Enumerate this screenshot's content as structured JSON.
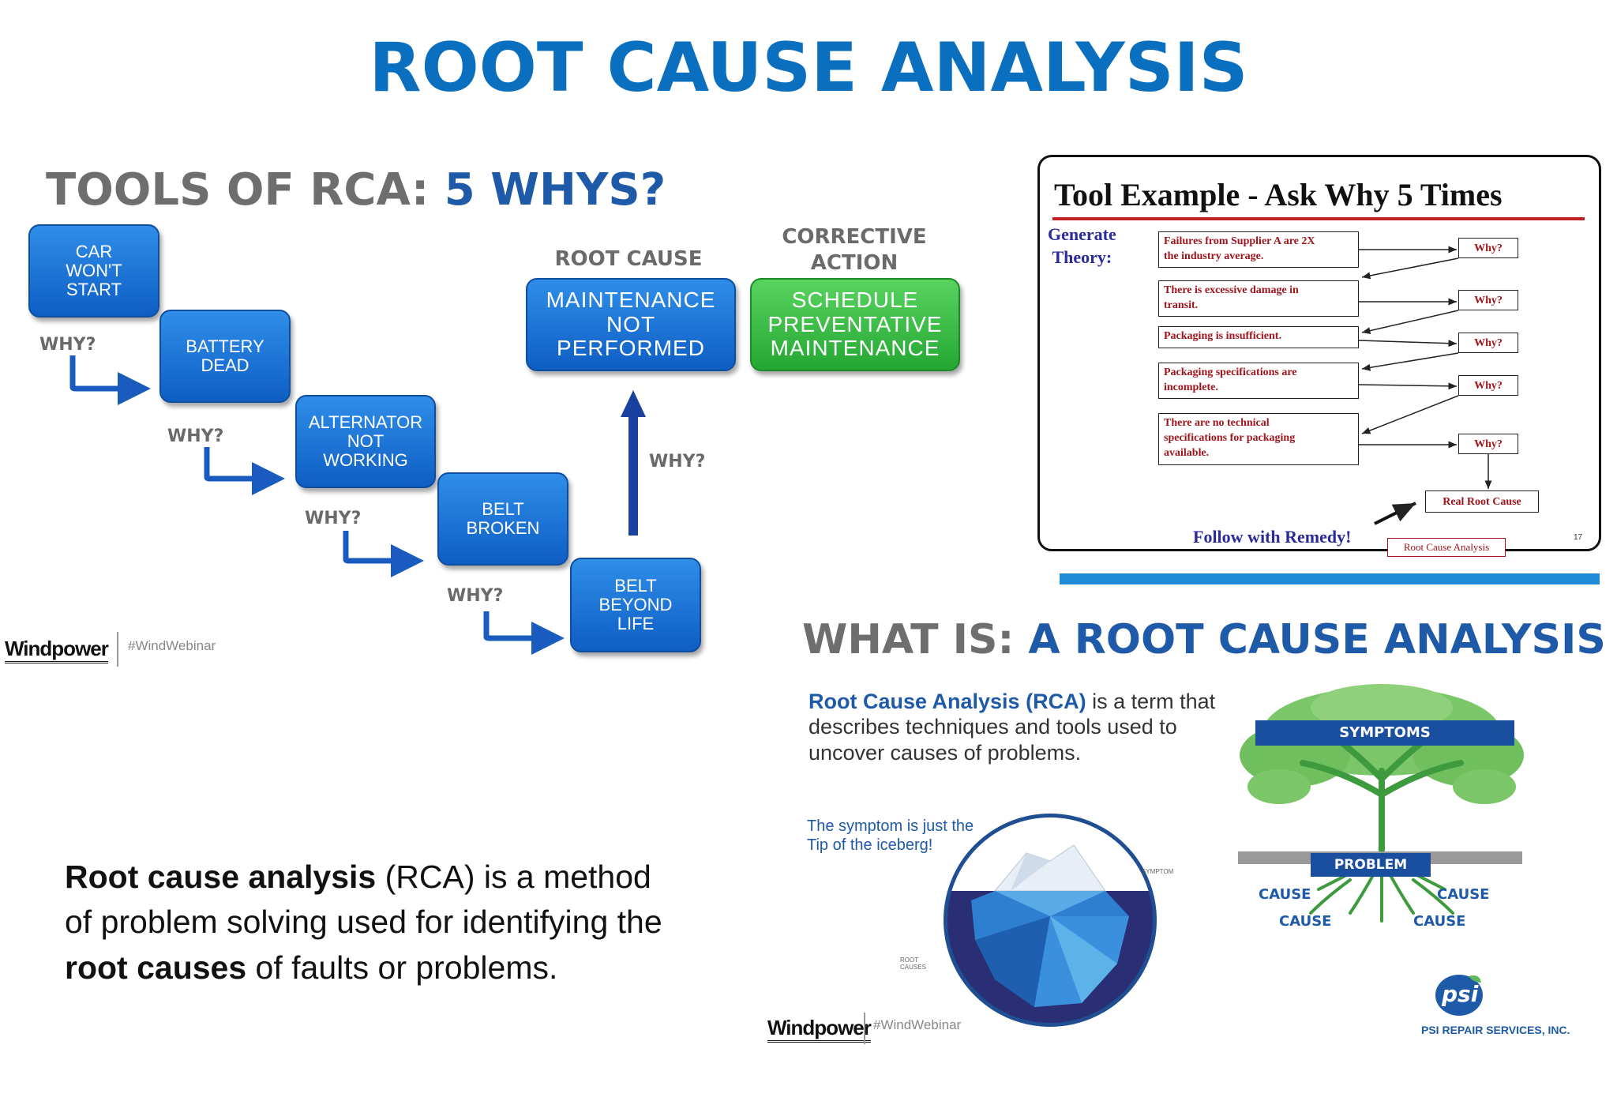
{
  "title": "ROOT CAUSE ANALYSIS",
  "five_whys": {
    "title_prefix": "TOOLS OF RCA:",
    "title_highlight": "5 WHYS?",
    "steps": [
      "CAR\nWON'T\nSTART",
      "BATTERY\nDEAD",
      "ALTERNATOR\nNOT\nWORKING",
      "BELT\nBROKEN",
      "BELT\nBEYOND\nLIFE"
    ],
    "why_label": "WHY?",
    "root_cause_header": "ROOT CAUSE",
    "root_cause_box": "MAINTENANCE\nNOT\nPERFORMED",
    "corrective_header": "CORRECTIVE\nACTION",
    "corrective_box": "SCHEDULE\nPREVENTATIVE\nMAINTENANCE",
    "footer_logo": "Windpower",
    "footer_tag": "#WindWebinar",
    "colors": {
      "box_blue": "#1a6fd6",
      "box_green": "#33b43f",
      "title_blue": "#1e5aa8"
    }
  },
  "tool_example": {
    "title": "Tool Example - Ask Why 5 Times",
    "generate_label": "Generate\nTheory:",
    "theories": [
      "Failures from Supplier A are 2X\nthe industry average.",
      "There is excessive damage in\ntransit.",
      "Packaging is insufficient.",
      "Packaging specifications are\nincomplete.",
      "There are no technical\nspecifications for packaging\navailable."
    ],
    "why_box": "Why?",
    "real_root_cause": "Real Root Cause",
    "follow_remedy": "Follow with Remedy!",
    "footer_box": "Root Cause Analysis",
    "slide_number": "17"
  },
  "what_is": {
    "title_prefix": "WHAT IS:",
    "title_highlight": "A ROOT CAUSE ANALYSIS",
    "desc_term": "Root Cause Analysis (RCA)",
    "desc_rest": " is a term that describes techniques and tools used to uncover causes of problems.",
    "iceberg_caption": "The symptom is just the\nTip of the iceberg!",
    "symptom_small": "SYMPTOM",
    "root_causes_small": "ROOT\nCAUSES",
    "tree_symptoms": "SYMPTOMS",
    "tree_problem": "PROBLEM",
    "causes": [
      "CAUSE",
      "CAUSE",
      "CAUSE",
      "CAUSE"
    ],
    "psi_logo": "psi",
    "psi_name": "PSI REPAIR SERVICES, INC.",
    "footer_logo": "Windpower",
    "footer_tag": "#WindWebinar"
  },
  "definition": {
    "term1": "Root cause analysis",
    "part1": " (RCA) is a method of problem solving used for identifying the ",
    "term2": "root causes",
    "part2": " of faults or problems."
  }
}
